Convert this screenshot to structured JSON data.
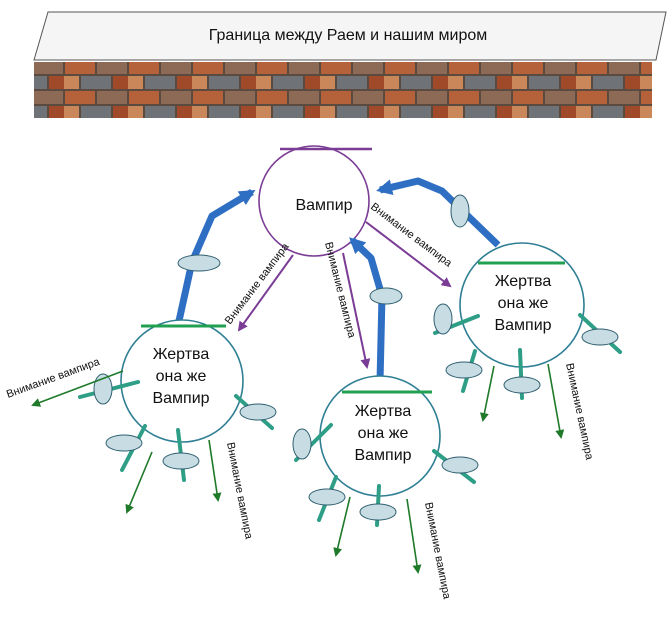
{
  "banner": {
    "title": "Граница между Раем и нашим  миром"
  },
  "nodes": {
    "vampire": {
      "label": "Вампир"
    },
    "victim_left": {
      "lines": [
        "Жертва",
        "она же",
        "Вампир"
      ]
    },
    "victim_mid": {
      "lines": [
        "Жертва",
        "она же",
        "Вампир"
      ]
    },
    "victim_right": {
      "lines": [
        "Жертва",
        "она же",
        "Вампир"
      ]
    }
  },
  "edge_labels": {
    "attention": "Внимание вампира"
  },
  "colors": {
    "wall_brick_light": "#c9875a",
    "purple": "#7a3c95",
    "blue_arrow": "#2e6fc4",
    "victim_border": "#2f7f94",
    "green_bar": "#20a050",
    "teal_stub": "#2e9e86",
    "green_arrow": "#1f7a2a",
    "oval_fill": "#c7dce3"
  }
}
